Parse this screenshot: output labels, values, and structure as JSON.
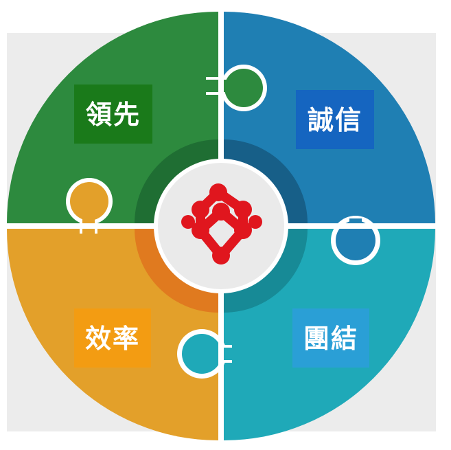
{
  "quadrants": [
    {
      "id": "top-left",
      "label": "領先",
      "color": "#2d8a3e",
      "label_bg": "#1a7a1a"
    },
    {
      "id": "top-right",
      "label": "誠信",
      "color": "#1f7fb3",
      "label_bg": "#1565c0"
    },
    {
      "id": "bottom-left",
      "label": "效率",
      "color": "#e3a02a",
      "label_bg": "#f39c12"
    },
    {
      "id": "bottom-right",
      "label": "團結",
      "color": "#1fa9b8",
      "label_bg": "#2a9fd6"
    }
  ],
  "colors": {
    "backdrop": "#ececec",
    "gap": "#ffffff",
    "hub": "#eaeaea",
    "logo": "#e0161e",
    "ring_top_left": "#1f6e33",
    "ring_top_right": "#175f88",
    "ring_bottom_left": "#e07a1f",
    "ring_bottom_right": "#178a96"
  },
  "logo": {
    "icon": "molecule-logo-icon"
  }
}
